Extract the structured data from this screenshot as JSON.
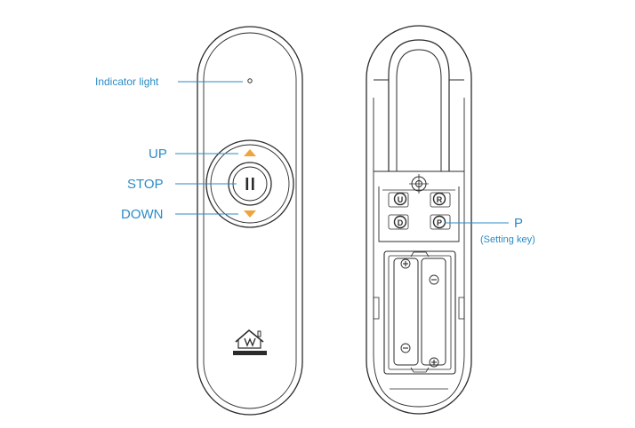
{
  "labels": {
    "indicator": "Indicator light",
    "up": "UP",
    "stop": "STOP",
    "down": "DOWN",
    "p": "P",
    "setting_key": "(Setting key)"
  },
  "buttons": {
    "u": "U",
    "r": "R",
    "d": "D",
    "p": "P"
  },
  "colors": {
    "label": "#2a8bc6",
    "arrow": "#f0a43a",
    "outline": "#2b2b2b"
  },
  "icons": {
    "logo": "house-logo-icon",
    "stop": "pause-icon",
    "battery_plus": "plus-icon",
    "battery_minus": "minus-icon"
  }
}
